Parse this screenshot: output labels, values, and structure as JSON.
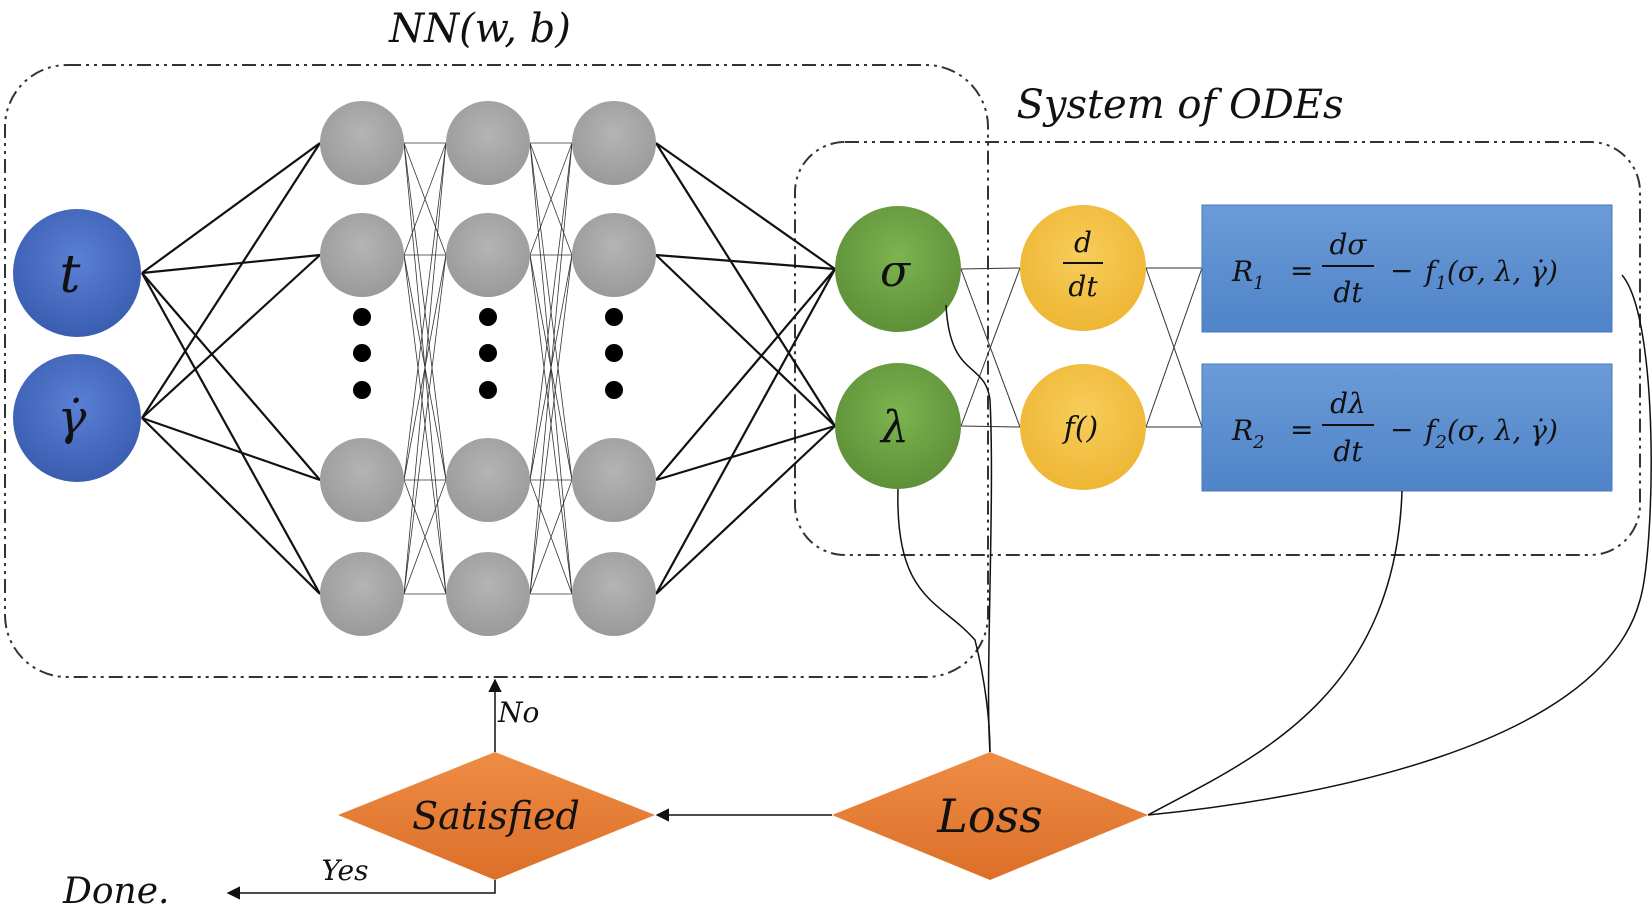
{
  "nn_title": "NN(w, b)",
  "ode_title": "System of ODEs",
  "inputs": [
    {
      "label": "t",
      "color": "#4a6fc1"
    },
    {
      "label": "γ̇",
      "color": "#4a6fc1"
    }
  ],
  "hidden_layer_color": "#a6a6a6",
  "outputs": [
    {
      "label": "σ",
      "color": "#6ea144"
    },
    {
      "label": "λ",
      "color": "#6ea144"
    }
  ],
  "operators": [
    {
      "num": "d",
      "den": "dt",
      "color": "#f2c04a"
    },
    {
      "label": "f()",
      "color": "#f2c04a"
    }
  ],
  "residuals": [
    {
      "lhs": "R",
      "sub": "1",
      "num": "dσ",
      "den": "dt",
      "rhs_f": "f",
      "rhs_sub": "1",
      "rhs_args": "(σ, λ, γ̇)"
    },
    {
      "lhs": "R",
      "sub": "2",
      "num": "dλ",
      "den": "dt",
      "rhs_f": "f",
      "rhs_sub": "2",
      "rhs_args": "(σ, λ, γ̇)"
    }
  ],
  "residual_color": "#5b8fcf",
  "loss_label": "Loss",
  "satisfied_label": "Satisfied",
  "decision_color": "#e8803a",
  "no_label": "No",
  "yes_label": "Yes",
  "done_label": "Done."
}
